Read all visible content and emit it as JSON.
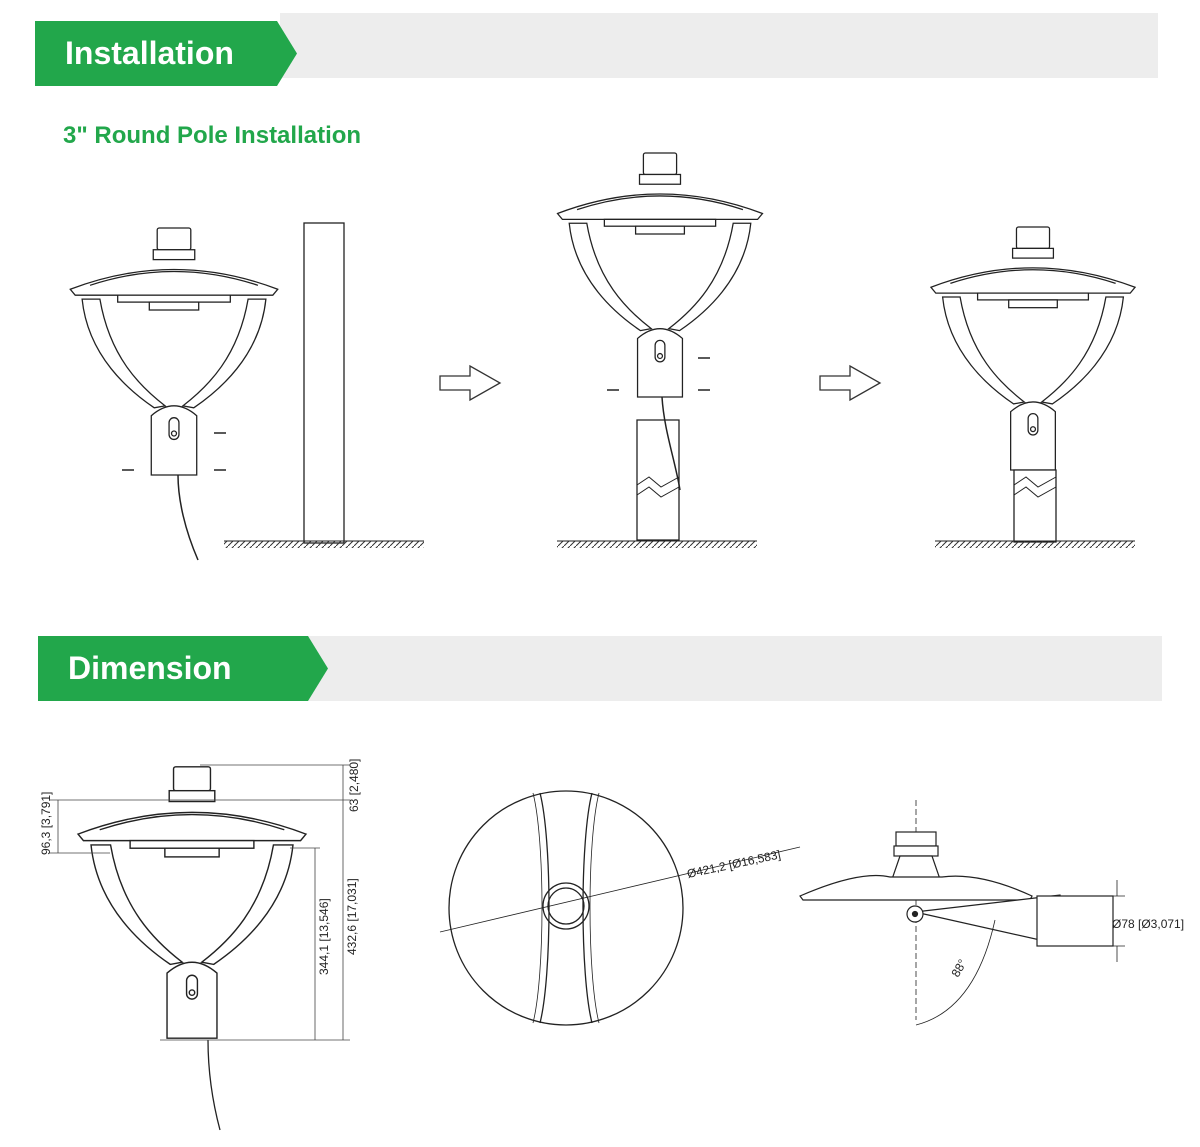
{
  "sections": {
    "installation": {
      "title": "Installation",
      "subtitle": "3\" Round Pole Installation"
    },
    "dimension": {
      "title": "Dimension"
    }
  },
  "dimensions": {
    "shade_height": "96,3 [3,791]",
    "cap_height": "63 [2,480]",
    "arm_to_base": "344,1 [13,546]",
    "overall_height": "432,6 [17,031]",
    "shade_diameter": "Ø421,2 [Ø16,583]",
    "pole_diameter": "Ø78 [Ø3,071]",
    "tilt_angle": "88°"
  },
  "colors": {
    "accent": "#22a74b",
    "band": "#ededed"
  }
}
